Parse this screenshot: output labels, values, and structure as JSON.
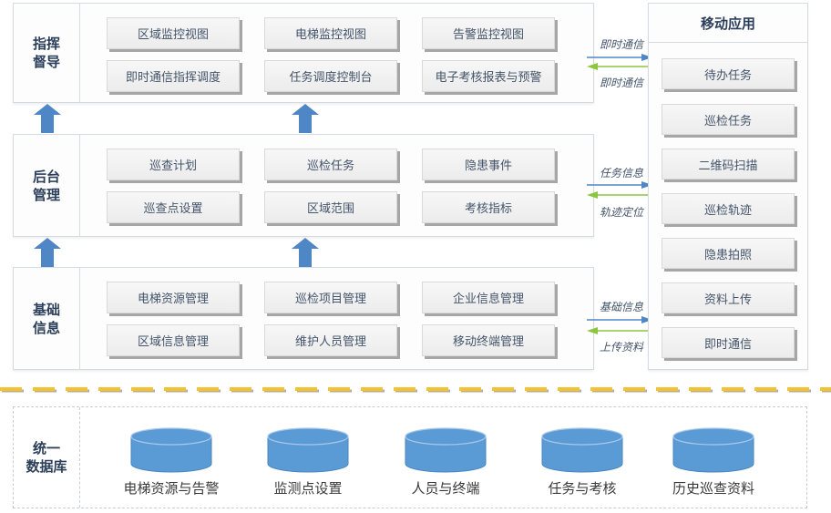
{
  "colors": {
    "accent_blue": "#4f86c6",
    "arrow_green": "#8cc63f",
    "divider_gold": "#f2c230",
    "db_fill": "#5b9bd5"
  },
  "layers": [
    {
      "label": "指挥\n督导",
      "items": [
        "区域监控视图",
        "电梯监控视图",
        "告警监控视图",
        "即时通信指挥调度",
        "任务调度控制台",
        "电子考核报表与预警"
      ]
    },
    {
      "label": "后台\n管理",
      "items": [
        "巡查计划",
        "巡检任务",
        "隐患事件",
        "巡查点设置",
        "区域范围",
        "考核指标"
      ]
    },
    {
      "label": "基础\n信息",
      "items": [
        "电梯资源管理",
        "巡检项目管理",
        "企业信息管理",
        "区域信息管理",
        "维护人员管理",
        "移动终端管理"
      ]
    }
  ],
  "links": [
    {
      "to_mobile": "即时通信",
      "from_mobile": "即时通信"
    },
    {
      "to_mobile": "任务信息",
      "from_mobile": "轨迹定位"
    },
    {
      "to_mobile": "基础信息",
      "from_mobile": "上传资料"
    }
  ],
  "mobile": {
    "title": "移动应用",
    "items": [
      "待办任务",
      "巡检任务",
      "二维码扫描",
      "巡检轨迹",
      "隐患拍照",
      "资料上传",
      "即时通信"
    ]
  },
  "database": {
    "label": "统一\n数据库",
    "items": [
      "电梯资源与告警",
      "监测点设置",
      "人员与终端",
      "任务与考核",
      "历史巡查资料"
    ]
  },
  "icons": {
    "layer_arrow": "up-arrow-icon",
    "db": "database-cylinder-icon"
  }
}
